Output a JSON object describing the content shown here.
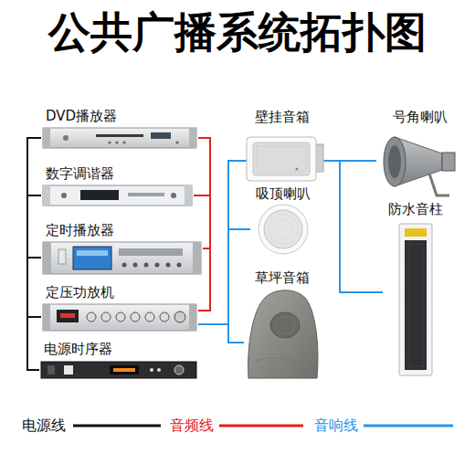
{
  "diagram": {
    "title": "公共广播系统拓扑图",
    "nodes": [
      {
        "text": [
          "DVD播放器"
        ]
      },
      {
        "text": [
          "数字调谐器"
        ]
      },
      {
        "text": [
          "定时播放器"
        ]
      },
      {
        "text": [
          "定压功放机"
        ]
      },
      {
        "text": [
          "电源时序器"
        ]
      },
      {
        "text": [
          "壁挂音箱"
        ]
      },
      {
        "text": [
          "吸顶喇叭"
        ]
      },
      {
        "text": [
          "草坪音箱"
        ]
      },
      {
        "text": [
          "号角喇叭"
        ]
      },
      {
        "text": [
          "防水音柱"
        ]
      }
    ],
    "edges": [
      {
        "from": 0,
        "to": 3,
        "arrow": "none"
      },
      {
        "from": 1,
        "to": 3,
        "arrow": "none"
      },
      {
        "from": 2,
        "to": 3,
        "arrow": "none"
      },
      {
        "from": 4,
        "to": 0,
        "arrow": "none"
      },
      {
        "from": 4,
        "to": 1,
        "arrow": "none"
      },
      {
        "from": 4,
        "to": 2,
        "arrow": "none"
      },
      {
        "from": 4,
        "to": 3,
        "arrow": "none"
      },
      {
        "from": 3,
        "to": 5,
        "arrow": "none"
      },
      {
        "from": 3,
        "to": 6,
        "arrow": "none"
      },
      {
        "from": 3,
        "to": 7,
        "arrow": "none"
      },
      {
        "from": 3,
        "to": 8,
        "arrow": "none"
      },
      {
        "from": 3,
        "to": 9,
        "arrow": "none"
      }
    ],
    "legend": [
      {
        "text": "电源线"
      },
      {
        "text": "音频线"
      },
      {
        "text": "音响线"
      }
    ]
  }
}
